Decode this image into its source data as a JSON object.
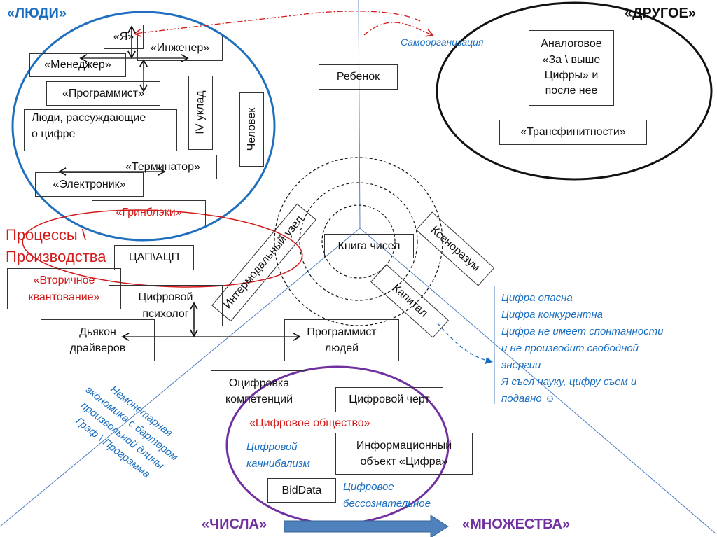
{
  "corners": {
    "people": "«ЛЮДИ»",
    "other": "«ДРУГОЕ»",
    "numbers": "«ЧИСЛА»",
    "sets": "«МНОЖЕСТВА»"
  },
  "people": {
    "ya": "«Я»",
    "engineer": "«Инженер»",
    "manager": "«Менеджер»",
    "programmer": "«Программист»",
    "people_reasoning_1": "Люди, рассуждающие",
    "people_reasoning_2": "о цифре",
    "iv_uklad": "IV уклад",
    "chelovek": "Человек",
    "terminator": "«Терминатор»",
    "electronic": "«Электроник»",
    "greenblacks": "«Гринблэки»"
  },
  "processes": {
    "title_1": "Процессы \\",
    "title_2": "Производства",
    "dac_adc": "ЦАП\\АЦП",
    "secondary_1": "«Вторичное",
    "secondary_2": "квантование»",
    "digital_psych_1": "Цифровой",
    "digital_psych_2": "психолог",
    "deacon_1": "Дьякон",
    "deacon_2": "драйверов",
    "programmer_people_1": "Программист",
    "programmer_people_2": "людей"
  },
  "center": {
    "book": "Книга чисел",
    "intermodal": "Интермодальный узел",
    "xenomind": "Ксеноразум",
    "capital": "Капитал",
    "child": "Ребенок",
    "selforg": "Самоорганизация"
  },
  "other": {
    "analog_1": "Аналоговое",
    "analog_2": "«За \\ выше",
    "analog_3": "Цифры» и",
    "analog_4": "после нее",
    "transfinite": "«Трансфинитности»"
  },
  "right_notes": [
    "Цифра опасна",
    "Цифра конкурентна",
    "Цифра не имеет спонтанности",
    "и не производит свободной",
    "энергии",
    "Я съел науку, цифру съем и",
    "подавно ☺"
  ],
  "left_notes": [
    "Немонетарная",
    "экономика с бартером",
    "произвольной длины",
    "Граф \\ Программа"
  ],
  "society": {
    "digitalization_1": "Оцифровка",
    "digitalization_2": "компетенций",
    "devil": "Цифровой черт",
    "society": "«Цифровое общество»",
    "cannibal_1": "Цифровой",
    "cannibal_2": "каннибализм",
    "info_1": "Информационный",
    "info_2": "объект «Цифра»",
    "biddata": "BidData",
    "unconscious_1": "Цифровое",
    "unconscious_2": "бессознательное"
  },
  "colors": {
    "blue_ellipse": "#1f6fbf",
    "red": "#d21a1a",
    "purple": "#7030a0",
    "note_blue": "#1a6ec0",
    "arrow": "#4f81bd"
  }
}
